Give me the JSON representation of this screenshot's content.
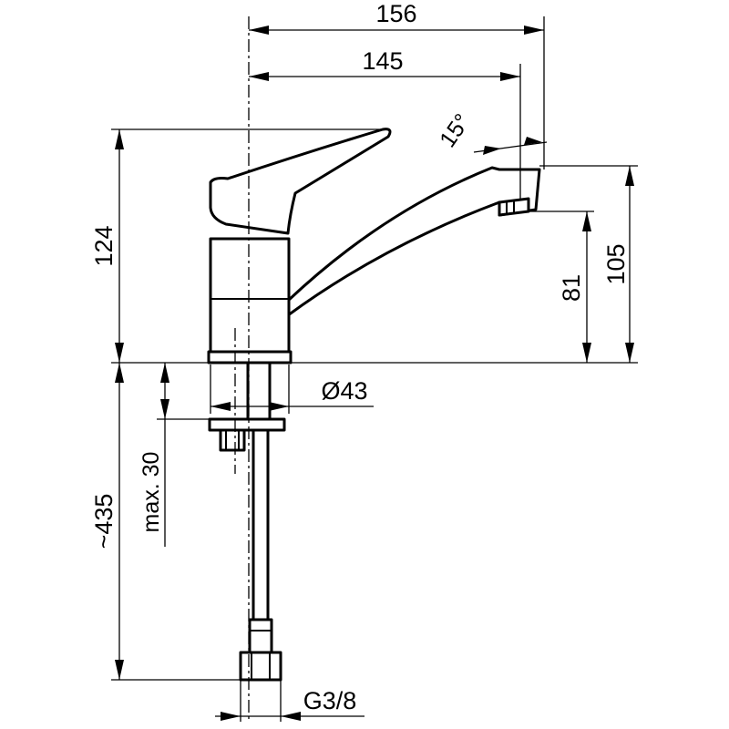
{
  "dimensions": {
    "overall_width": "156",
    "spout_reach": "145",
    "spout_angle": "15°",
    "total_height": "124",
    "spout_height": "105",
    "outlet_height": "81",
    "base_diameter": "Ø43",
    "max_deck_thickness": "max. 30",
    "hose_length": "~435",
    "connection_thread": "G3/8"
  }
}
